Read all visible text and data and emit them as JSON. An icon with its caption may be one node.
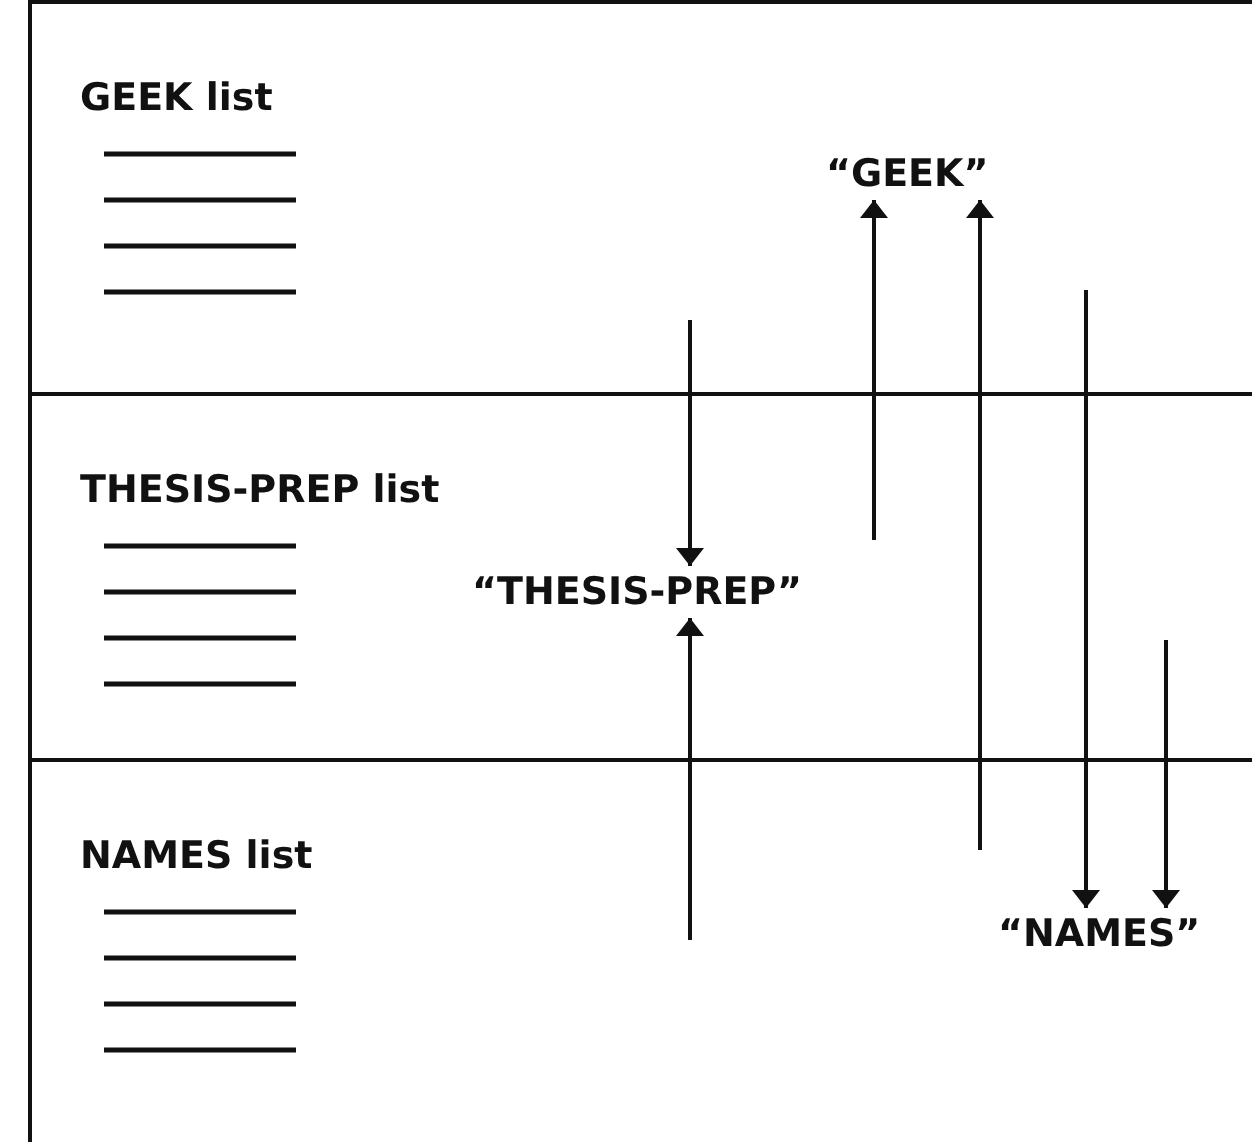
{
  "diagram": {
    "nodes": [
      {
        "text": [
          "GEEK list"
        ]
      },
      {
        "text": [
          "THESIS-PREP list"
        ]
      },
      {
        "text": [
          "NAMES list"
        ]
      },
      {
        "text": [
          "“GEEK”"
        ],
        "in": 0
      },
      {
        "text": [
          "“THESIS-PREP”"
        ],
        "in": 1
      },
      {
        "text": [
          "“NAMES”"
        ],
        "in": 2
      }
    ],
    "edges": [
      {
        "from": null,
        "to": 4,
        "arrow": "to"
      },
      {
        "from": null,
        "to": 4,
        "arrow": "to"
      },
      {
        "from": null,
        "to": 3,
        "arrow": "to"
      },
      {
        "from": null,
        "to": 3,
        "arrow": "to"
      },
      {
        "from": null,
        "to": 5,
        "arrow": "to"
      },
      {
        "from": null,
        "to": 5,
        "arrow": "to"
      }
    ]
  }
}
